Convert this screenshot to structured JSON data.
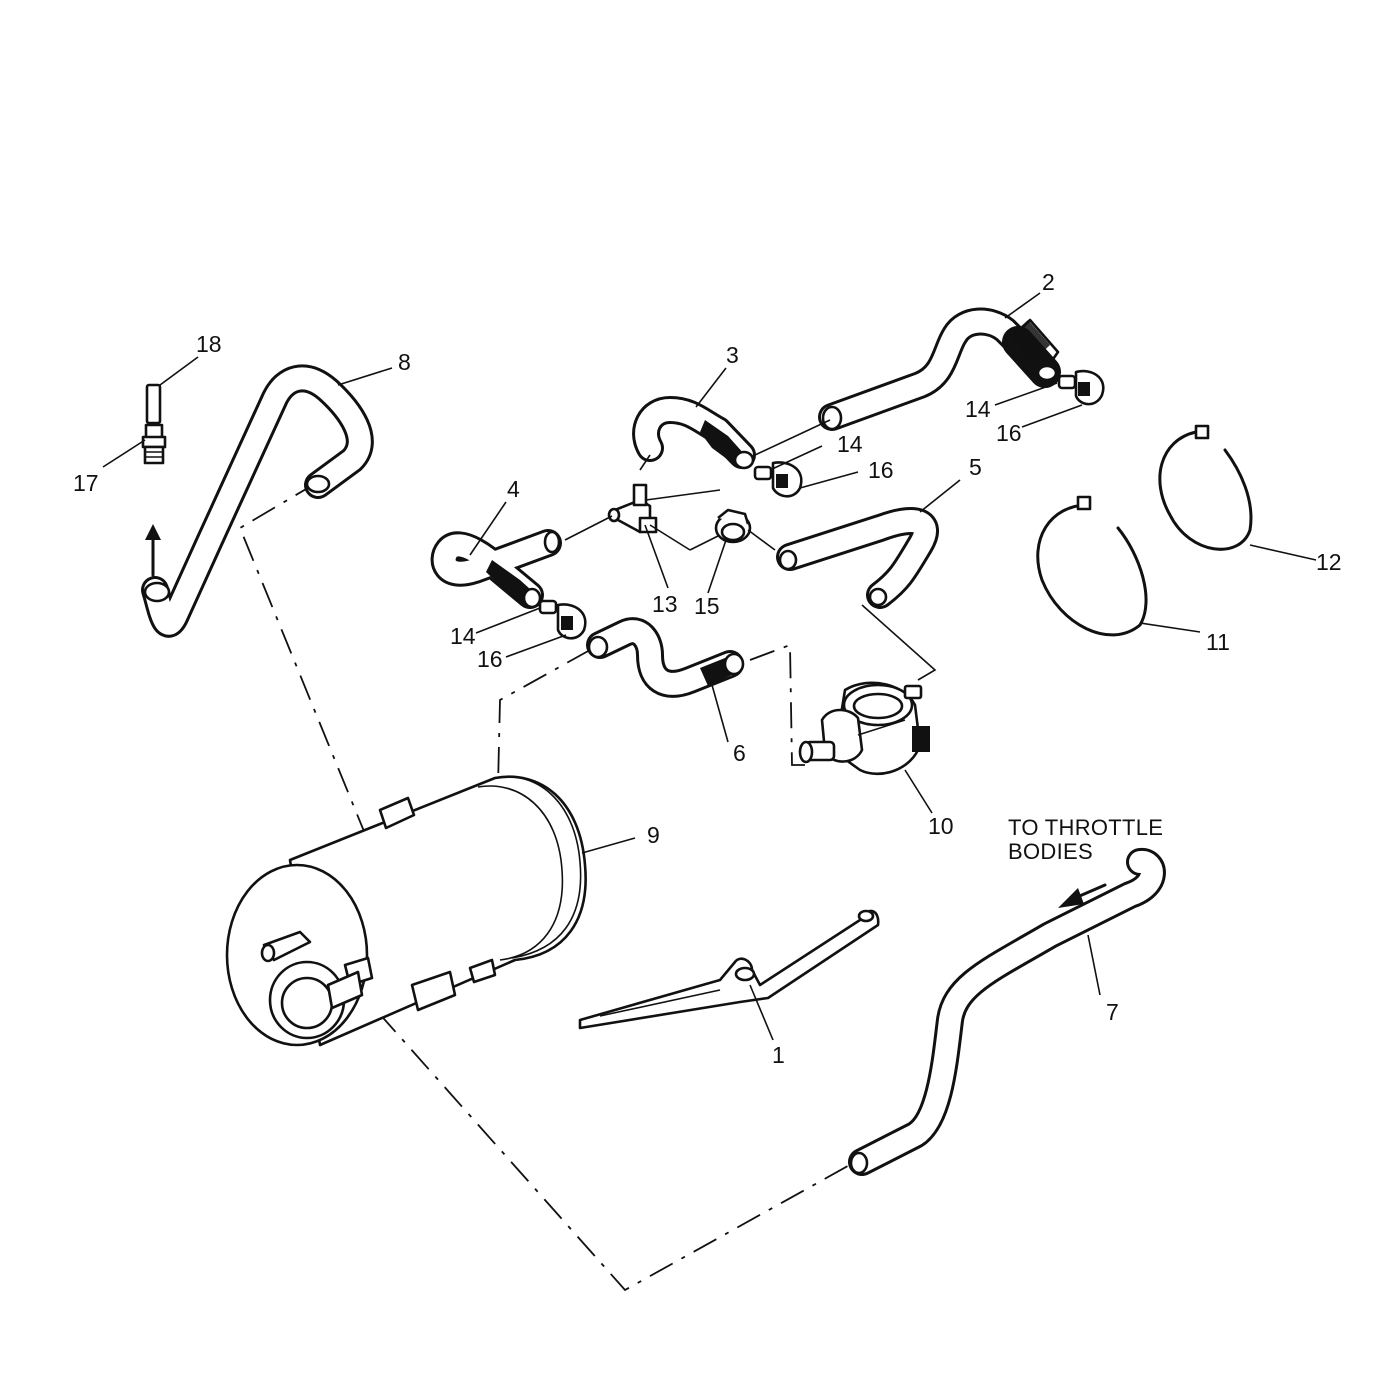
{
  "callouts": {
    "c1": "1",
    "c2": "2",
    "c3": "3",
    "c4": "4",
    "c5": "5",
    "c6": "6",
    "c7": "7",
    "c8": "8",
    "c9": "9",
    "c10": "10",
    "c11": "11",
    "c12": "12",
    "c13": "13",
    "c14": "14",
    "c15": "15",
    "c16": "16",
    "c17": "17",
    "c18": "18"
  },
  "note": {
    "line1": "TO THROTTLE",
    "line2": "BODIES"
  }
}
